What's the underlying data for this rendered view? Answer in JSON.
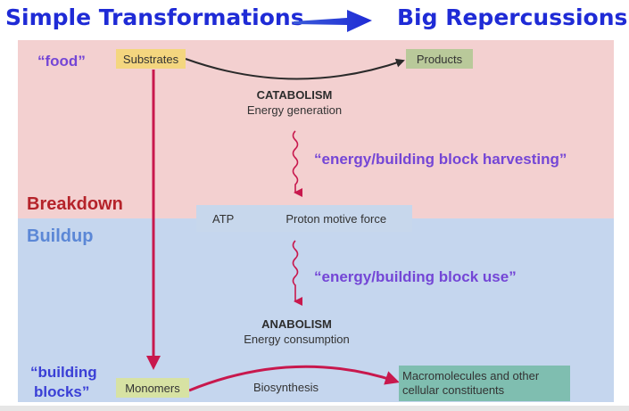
{
  "title_left": "Simple Transformations",
  "title_right": "Big Repercussions",
  "labels": {
    "food": "“food”",
    "building_blocks_line1": "“building",
    "building_blocks_line2": "blocks”",
    "breakdown": "Breakdown",
    "buildup": "Buildup",
    "harvesting": "“energy/building block harvesting”",
    "use": "“energy/building block use”"
  },
  "nodes": {
    "substrates": "Substrates",
    "products": "Products",
    "atp": "ATP",
    "pmf": "Proton motive force",
    "monomers": "Monomers",
    "macro_line1": "Macromolecules and other",
    "macro_line2": "cellular constituents"
  },
  "processes": {
    "catabolism": "CATABOLISM",
    "catabolism_sub": "Energy generation",
    "anabolism": "ANABOLISM",
    "anabolism_sub": "Energy consumption",
    "biosynthesis": "Biosynthesis"
  },
  "colors": {
    "title": "#1f2bd6",
    "breakdown": "#b5232a",
    "buildup": "#5b87d6",
    "quote_purple": "#7446d6",
    "building_blocks": "#3a3fd6",
    "arrow_crimson": "#c8184d"
  }
}
